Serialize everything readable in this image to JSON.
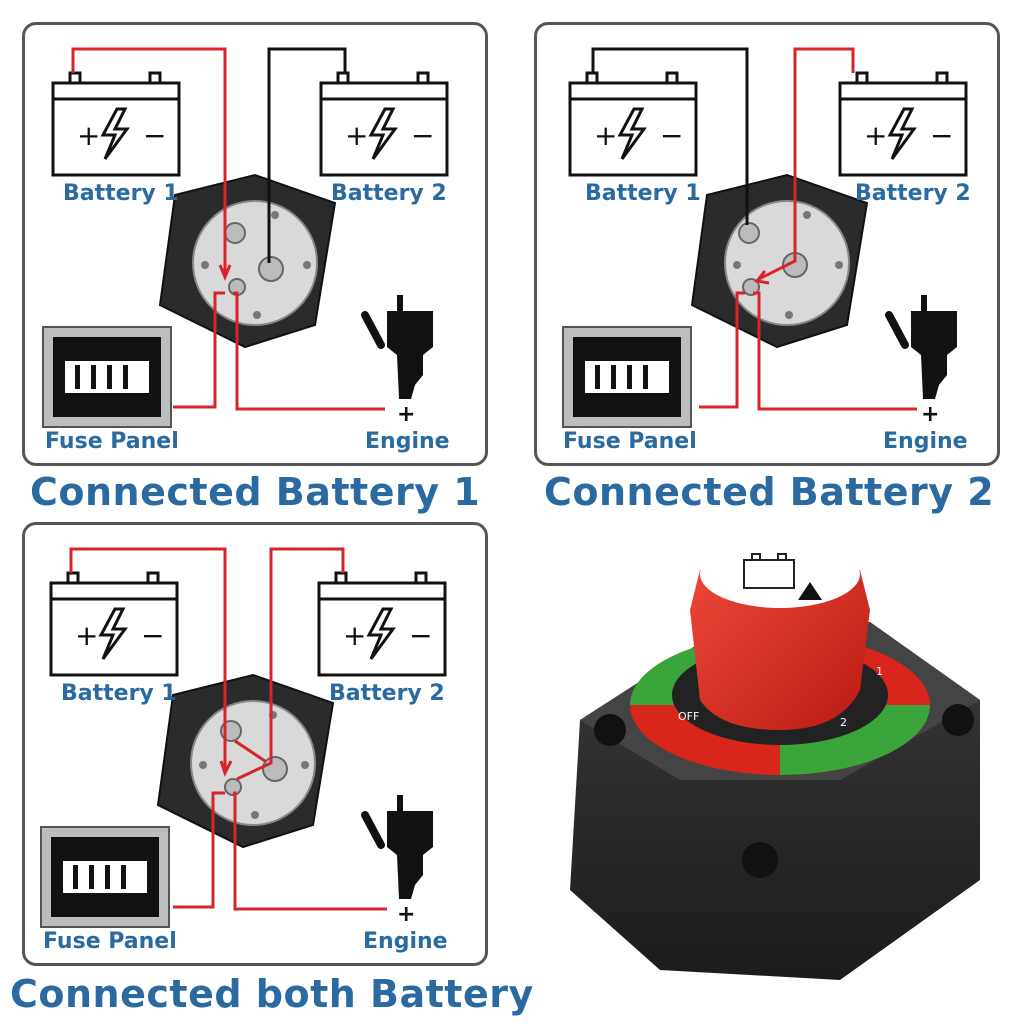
{
  "labels": {
    "battery1": "Battery 1",
    "battery2": "Battery 2",
    "fuse_panel": "Fuse Panel",
    "engine": "Engine"
  },
  "captions": {
    "battery1": "Connected Battery 1",
    "battery2": "Connected Battery 2",
    "both": "Connected both Battery"
  },
  "switch": {
    "off_label": "OFF",
    "pos1_label": "1",
    "pos2_label": "2"
  },
  "colors": {
    "wire_positive": "#d6242a",
    "wire_negative": "#111111",
    "label_blue": "#2a6aa0",
    "knob_red": "#d8261d",
    "ring_green": "#3aa53a"
  }
}
